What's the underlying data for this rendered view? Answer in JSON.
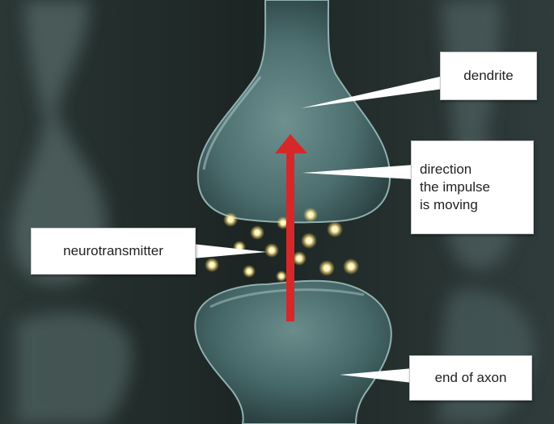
{
  "labels": {
    "dendrite": "dendrite",
    "direction": "direction\nthe impulse\nis moving",
    "neurotransmitter": "neurotransmitter",
    "axon_end": "end of axon"
  },
  "colors": {
    "background_dark": "#1f2b29",
    "neuron_body": "#4f7273",
    "neuron_highlight": "#8fb1b0",
    "arrow": "#d62828",
    "vesicle_glow": "#ffe9a3",
    "label_bg": "#ffffff"
  }
}
